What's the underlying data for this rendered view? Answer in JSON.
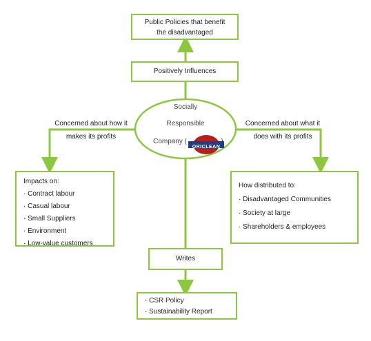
{
  "top_box": {
    "line1": "Public Policies that benefit",
    "line2": "the disadvantaged"
  },
  "influence_box": {
    "label": "Positively Influences"
  },
  "center": {
    "line1": "Socially",
    "line2": "Responsible",
    "line3_prefix": "Company (",
    "line3_suffix": ")",
    "logo_text": "ORICLEAN"
  },
  "left_branch": {
    "line1": "Concerned about how it",
    "line2": "makes its profits"
  },
  "right_branch": {
    "line1": "Concerned about what it",
    "line2": "does with its profits"
  },
  "left_box": {
    "title": "Impacts on:",
    "items": [
      "· Contract labour",
      "· Casual labour",
      "· Small Suppliers",
      "· Environment",
      "· Low-value customers"
    ]
  },
  "right_box": {
    "title": "How distributed to:",
    "items": [
      "· Disadvantaged Communities",
      "· Society at large",
      "· Shareholders & employees"
    ]
  },
  "writes_box": {
    "label": "Writes"
  },
  "bottom_box": {
    "items": [
      "· CSR Policy",
      "· Sustainability Report"
    ]
  },
  "colors": {
    "accent_green": "#8dc63f",
    "logo_red": "#b3201f",
    "logo_blue": "#1f3e86"
  }
}
